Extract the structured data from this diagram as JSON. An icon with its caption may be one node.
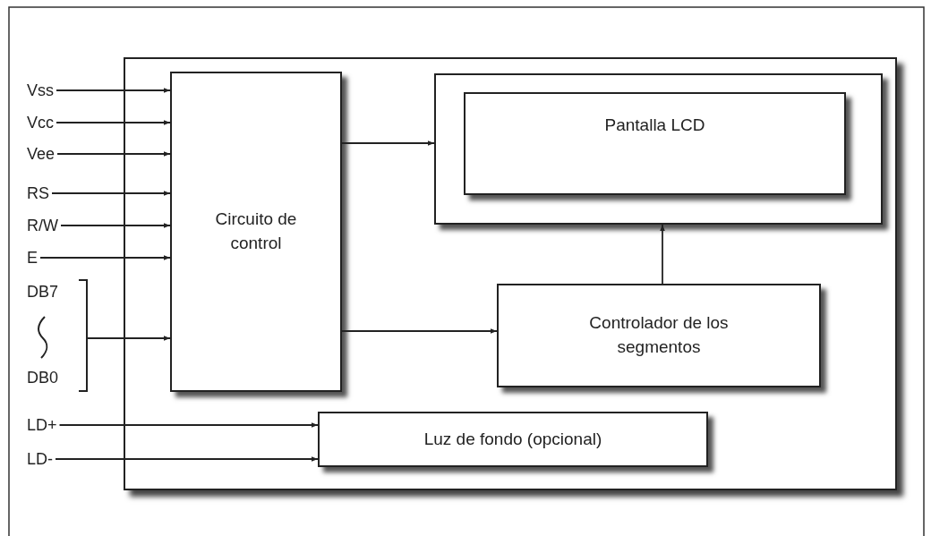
{
  "diagram": {
    "nodes": [
      {
        "text": [],
        "shape": "box"
      },
      {
        "text": [
          "Circuito de control"
        ],
        "in": 0
      },
      {
        "text": [],
        "shape": "box",
        "in": 0
      },
      {
        "text": [
          "Pantalla LCD"
        ],
        "in": 2
      },
      {
        "text": [
          "Controlador de los segmentos"
        ],
        "in": 0
      },
      {
        "text": [
          "Luz de fondo (opcional)"
        ],
        "in": 0
      },
      {
        "text": [
          "Vss"
        ]
      },
      {
        "text": [
          "Vcc"
        ]
      },
      {
        "text": [
          "Vee"
        ]
      },
      {
        "text": [
          "RS"
        ]
      },
      {
        "text": [
          "R/W"
        ]
      },
      {
        "text": [
          "E"
        ]
      },
      {
        "text": [
          "DB7",
          "DB0"
        ]
      },
      {
        "text": [
          "LD+"
        ]
      },
      {
        "text": [
          "LD-"
        ]
      }
    ],
    "edges": [
      {
        "from": 6,
        "to": 1,
        "arrow": "to"
      },
      {
        "from": 7,
        "to": 1,
        "arrow": "to"
      },
      {
        "from": 8,
        "to": 1,
        "arrow": "to"
      },
      {
        "from": 9,
        "to": 1,
        "arrow": "to"
      },
      {
        "from": 10,
        "to": 1,
        "arrow": "to"
      },
      {
        "from": 11,
        "to": 1,
        "arrow": "to"
      },
      {
        "from": 12,
        "to": 1,
        "arrow": "to"
      },
      {
        "from": 13,
        "to": 5,
        "arrow": "to"
      },
      {
        "from": 14,
        "to": 5,
        "arrow": "to"
      },
      {
        "from": 1,
        "to": 2,
        "arrow": "to"
      },
      {
        "from": 1,
        "to": 4,
        "arrow": "to"
      },
      {
        "from": 4,
        "to": 2,
        "arrow": "to"
      }
    ]
  }
}
